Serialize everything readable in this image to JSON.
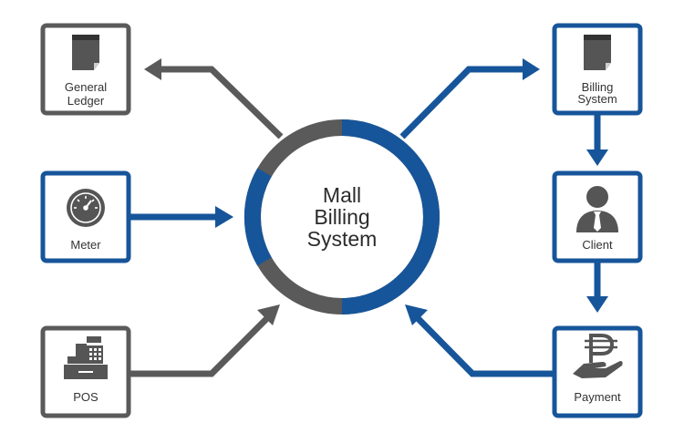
{
  "colors": {
    "blue": "#17559a",
    "gray": "#5a5a5a",
    "text": "#333333",
    "background": "#ffffff"
  },
  "center": {
    "lines": [
      "Mall",
      "Billing",
      "System"
    ]
  },
  "nodes": {
    "general_ledger": {
      "lines": [
        "General",
        "Ledger"
      ],
      "icon": "ledger-book-icon",
      "color": "gray"
    },
    "meter": {
      "lines": [
        "Meter"
      ],
      "icon": "gauge-icon",
      "color": "blue"
    },
    "pos": {
      "lines": [
        "POS"
      ],
      "icon": "cash-register-icon",
      "color": "gray"
    },
    "billing_system": {
      "lines": [
        "Billing",
        "System"
      ],
      "icon": "ledger-book-icon",
      "color": "blue"
    },
    "client": {
      "lines": [
        "Client"
      ],
      "icon": "person-icon",
      "color": "blue"
    },
    "payment": {
      "lines": [
        "Payment"
      ],
      "icon": "peso-hand-icon",
      "color": "blue"
    }
  }
}
